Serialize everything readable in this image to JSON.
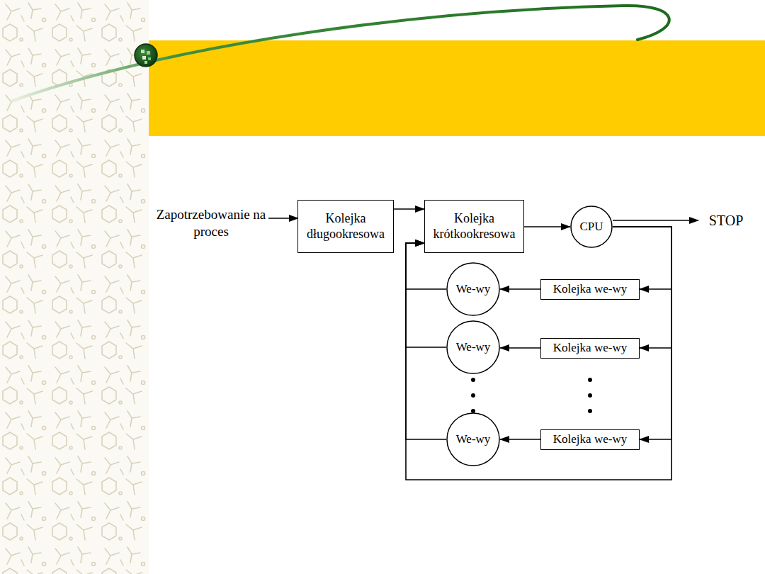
{
  "diagram": {
    "nodes": [
      {
        "text": [
          "Kolejka długookresowa"
        ]
      },
      {
        "text": [
          "Kolejka krótkookresowa"
        ]
      },
      {
        "text": [
          "CPU"
        ]
      },
      {
        "text": [
          "We-wy"
        ]
      },
      {
        "text": [
          "Kolejka we-wy"
        ]
      },
      {
        "text": [
          "We-wy"
        ]
      },
      {
        "text": [
          "Kolejka we-wy"
        ]
      },
      {
        "text": [
          "We-wy"
        ]
      },
      {
        "text": [
          "Kolejka we-wy"
        ]
      }
    ],
    "edges": [
      {
        "from": 0,
        "to": 1,
        "arrow": "to"
      },
      {
        "from": 1,
        "to": 2,
        "arrow": "to"
      },
      {
        "from": 2,
        "to": 4,
        "arrow": "to"
      },
      {
        "from": 4,
        "to": 3,
        "arrow": "to"
      },
      {
        "from": 3,
        "to": 1,
        "arrow": "to"
      },
      {
        "from": 2,
        "to": 6,
        "arrow": "to"
      },
      {
        "from": 6,
        "to": 5,
        "arrow": "to"
      },
      {
        "from": 5,
        "to": 1,
        "arrow": "to"
      },
      {
        "from": 2,
        "to": 8,
        "arrow": "to"
      },
      {
        "from": 8,
        "to": 7,
        "arrow": "to"
      },
      {
        "from": 7,
        "to": 1,
        "arrow": "to"
      },
      {
        "from": 2,
        "to": 1,
        "arrow": "to"
      }
    ],
    "labels": [
      "Zapotrzebowanie na proces",
      "STOP"
    ]
  }
}
